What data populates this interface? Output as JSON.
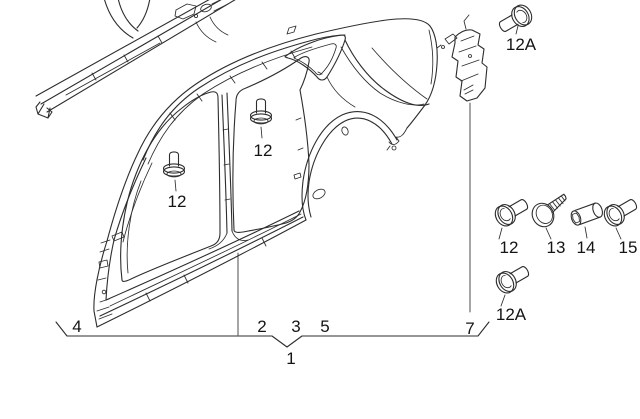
{
  "diagram": {
    "background": "#ffffff",
    "line_color": "#2d2d2d",
    "text_color": "#141414",
    "drawing_callouts": {
      "front_door_bolt": {
        "label": "12",
        "icon": "flange-bolt-vertical"
      },
      "rear_door_bolt": {
        "label": "12",
        "icon": "flange-bolt-vertical"
      },
      "top_bolt": {
        "label": "12A",
        "icon": "flange-bolt-angled"
      }
    },
    "fastener_legend": {
      "row": [
        {
          "label": "12",
          "icon": "flange-bolt"
        },
        {
          "label": "13",
          "icon": "self-tapping-screw"
        },
        {
          "label": "14",
          "icon": "spacer-sleeve"
        },
        {
          "label": "15",
          "icon": "flange-bolt"
        }
      ],
      "extra": {
        "label": "12A",
        "icon": "flange-bolt"
      }
    },
    "reference_bracket": {
      "left_label": "4",
      "above_line_labels": [
        "2",
        "3",
        "5"
      ],
      "right_label": "7",
      "group_label": "1"
    }
  }
}
